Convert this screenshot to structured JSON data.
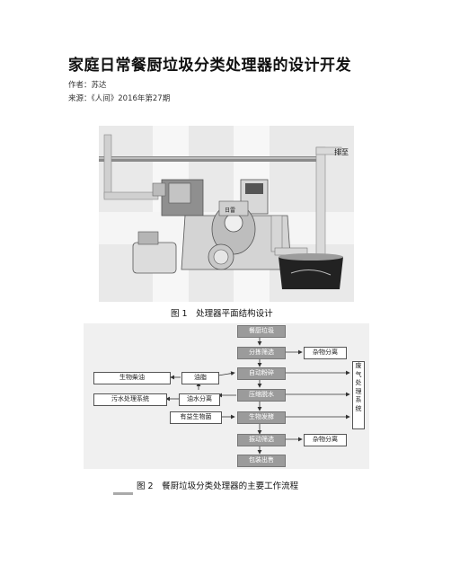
{
  "article": {
    "title": "家庭日常餐厨垃圾分类处理器的设计开发",
    "author": "作者：苏达",
    "source": "来源：《人间》2016年第27期"
  },
  "figure1": {
    "caption": "图 1　处理器平面结构设计",
    "discharge_label": "排至",
    "machine_label": "日雷"
  },
  "figure2": {
    "caption": "图 2　餐厨垃圾分类处理器的主要工作流程",
    "nodes": {
      "kitchen_waste": "餐厨垃圾",
      "sort": "分拣筛选",
      "impurity1": "杂物分离",
      "crush": "自动粉碎",
      "compress": "压缩脱水",
      "ferment": "生物发酵",
      "vibrate": "振动筛选",
      "impurity2": "杂物分离",
      "bagging": "包装出售",
      "oil": "油脂",
      "biodiesel": "生物柴油",
      "oil_water": "油水分离",
      "sewage": "污水处理系统",
      "microbe": "有益生物菌",
      "exhaust": "废气处理系统"
    }
  }
}
